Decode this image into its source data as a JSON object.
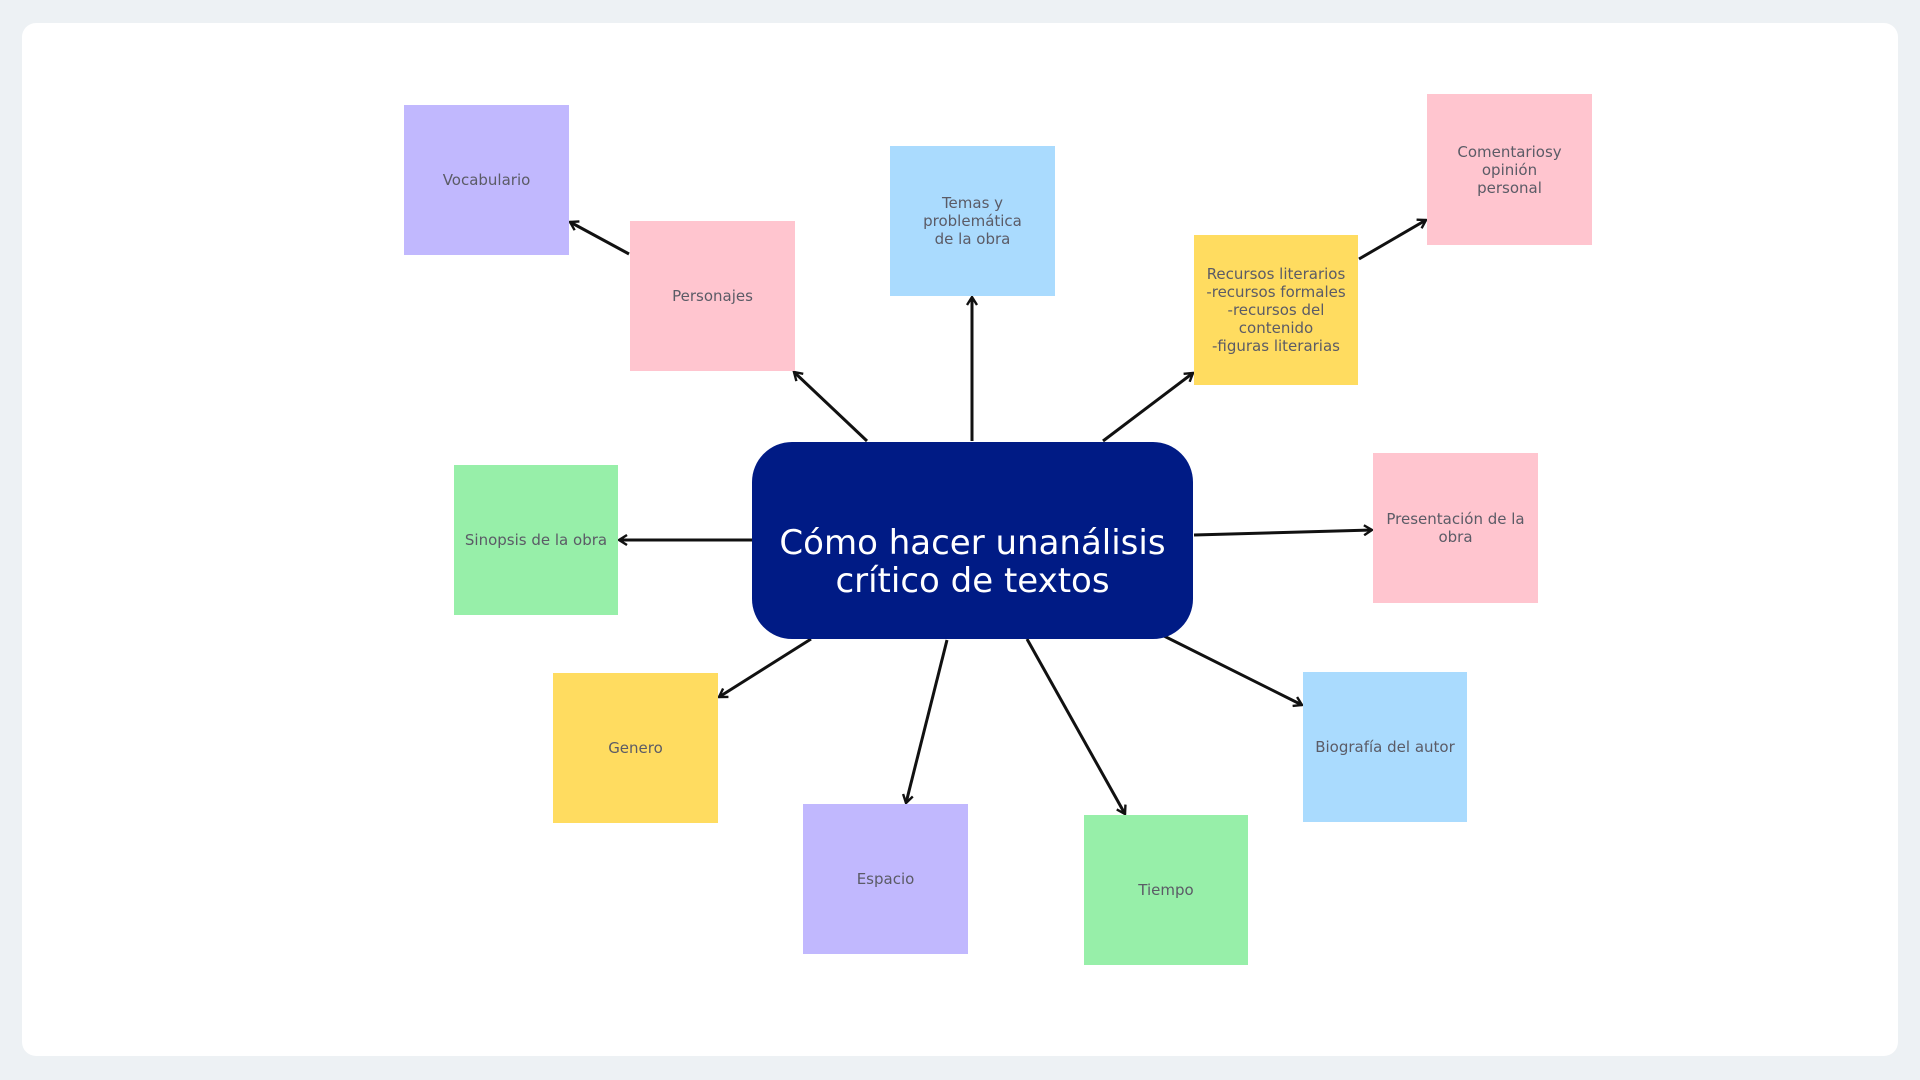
{
  "central": {
    "title": "Cómo hacer unanálisis crítico de textos",
    "color": "#001b85"
  },
  "colors": {
    "purple": "#c1b8fe",
    "pink": "#ffc5cf",
    "blue": "#aadbfe",
    "yellow": "#ffdc60",
    "green": "#97efa9",
    "arrow": "#111111"
  },
  "notes": [
    {
      "id": "vocabulario",
      "text": "Vocabulario",
      "color": "purple"
    },
    {
      "id": "personajes",
      "text": "Personajes",
      "color": "pink"
    },
    {
      "id": "temas",
      "text": "Temas y problemática\nde la obra",
      "color": "blue"
    },
    {
      "id": "recursos",
      "text": "Recursos literarios\n-recursos formales\n-recursos del\ncontenido\n-figuras literarias",
      "color": "yellow"
    },
    {
      "id": "comentarios",
      "text": "Comentariosy opinión\npersonal",
      "color": "pink"
    },
    {
      "id": "sinopsis",
      "text": "Sinopsis de la obra",
      "color": "green"
    },
    {
      "id": "presentacion",
      "text": "Presentación de la\nobra",
      "color": "pink"
    },
    {
      "id": "genero",
      "text": "Genero",
      "color": "yellow"
    },
    {
      "id": "espacio",
      "text": "Espacio",
      "color": "purple"
    },
    {
      "id": "tiempo",
      "text": "Tiempo",
      "color": "green"
    },
    {
      "id": "biografia",
      "text": "Biografía del autor",
      "color": "blue"
    }
  ]
}
